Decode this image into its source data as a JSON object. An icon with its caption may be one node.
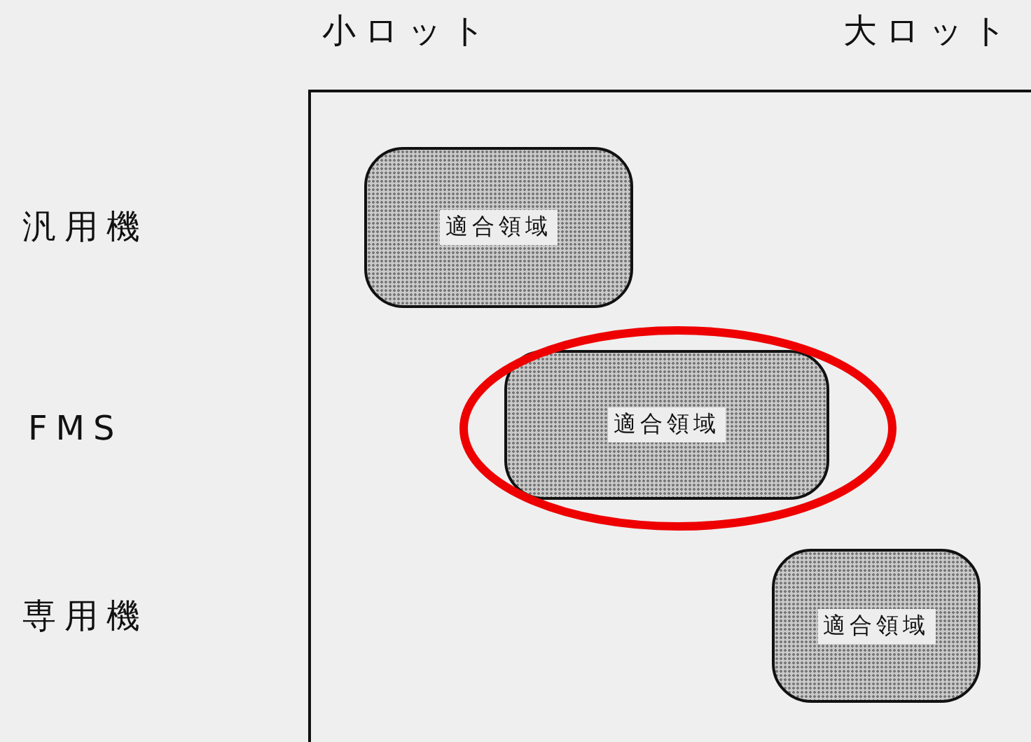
{
  "diagram": {
    "nodes": [
      {
        "text": [
          "適合領域"
        ]
      },
      {
        "text": [
          "適合領域"
        ]
      },
      {
        "text": [
          "適合領域"
        ]
      }
    ],
    "labels": [
      "小ロット",
      "大ロット",
      "汎用機",
      "FMS",
      "専用機"
    ]
  }
}
